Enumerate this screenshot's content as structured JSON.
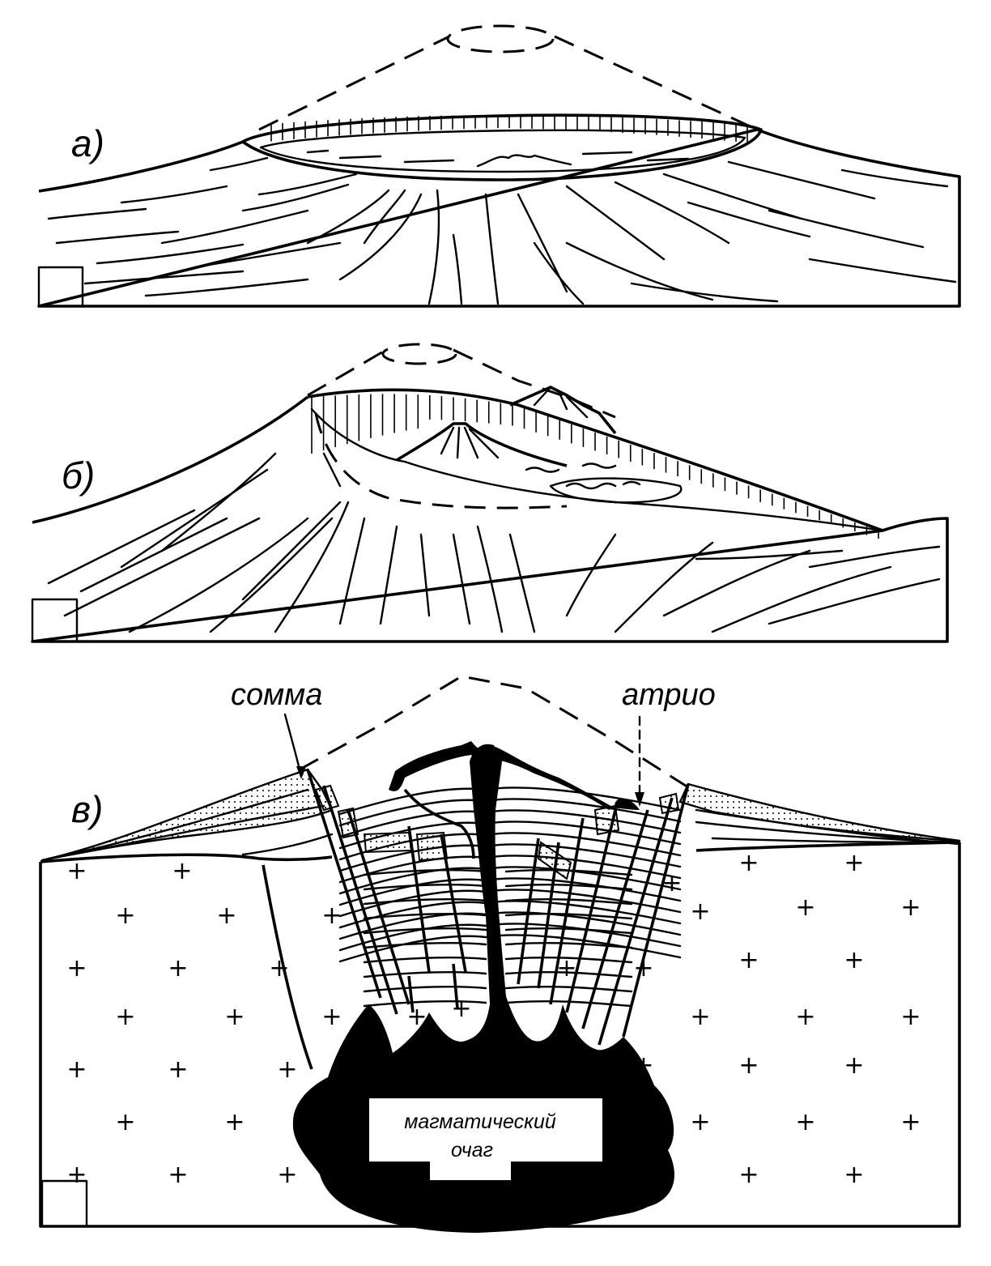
{
  "panels": [
    {
      "id": "a",
      "label": "а)"
    },
    {
      "id": "b",
      "label": "б)"
    },
    {
      "id": "v",
      "label": "в)"
    }
  ],
  "annotations": {
    "somma": "сомма",
    "atrio": "атрио",
    "chamber_line1": "магматический",
    "chamber_line2": "очаг"
  }
}
